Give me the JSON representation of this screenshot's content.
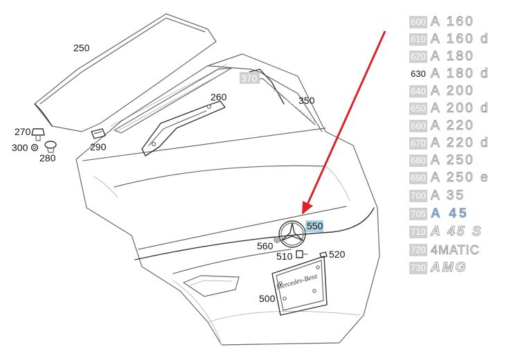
{
  "callouts": {
    "c250": "250",
    "c260": "260",
    "c270": "270",
    "c280": "280",
    "c290": "290",
    "c300": "300",
    "c350": "350",
    "c370": "370",
    "c500": "500",
    "c510": "510",
    "c520": "520",
    "c550": "550",
    "c560": "560"
  },
  "plate_text": "Mercedes-Benz",
  "colors": {
    "arrow": "#d8232a",
    "highlight_550": "#a9d4e6",
    "gray_box": "#d0d0d0"
  },
  "legend": [
    {
      "code": "600",
      "badge": "A 160"
    },
    {
      "code": "610",
      "badge": "A 160 d"
    },
    {
      "code": "620",
      "badge": "A 180"
    },
    {
      "code": "630",
      "badge": "A 180 d"
    },
    {
      "code": "640",
      "badge": "A 200"
    },
    {
      "code": "650",
      "badge": "A 200 d"
    },
    {
      "code": "660",
      "badge": "A 220"
    },
    {
      "code": "670",
      "badge": "A 220 d"
    },
    {
      "code": "680",
      "badge": "A 250"
    },
    {
      "code": "690",
      "badge": "A 250 e"
    },
    {
      "code": "700",
      "badge": "A 35"
    },
    {
      "code": "705",
      "badge": "A 45"
    },
    {
      "code": "710",
      "badge": "A 45 S"
    },
    {
      "code": "720",
      "badge": "4MATIC"
    },
    {
      "code": "730",
      "badge": "AMG"
    }
  ]
}
